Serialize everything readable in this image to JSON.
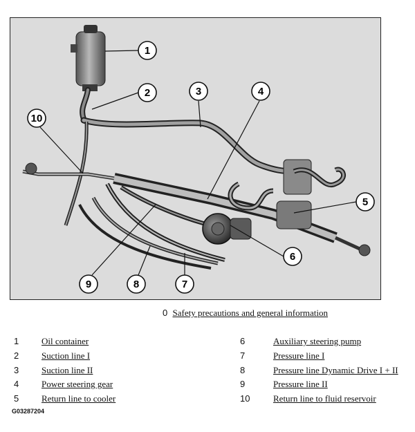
{
  "figure": {
    "callouts": [
      "1",
      "2",
      "3",
      "4",
      "5",
      "6",
      "7",
      "8",
      "9",
      "10"
    ]
  },
  "reference": {
    "code": "0",
    "link_text": "Safety precautions and general information"
  },
  "legend": [
    {
      "num": "1",
      "label": "Oil container"
    },
    {
      "num": "2",
      "label": "Suction line I"
    },
    {
      "num": "3",
      "label": "Suction line II"
    },
    {
      "num": "4",
      "label": "Power steering gear"
    },
    {
      "num": "5",
      "label": "Return line to cooler"
    },
    {
      "num": "6",
      "label": "Auxiliary steering pump"
    },
    {
      "num": "7",
      "label": "Pressure line I"
    },
    {
      "num": "8",
      "label": "Pressure line Dynamic Drive I + II"
    },
    {
      "num": "9",
      "label": "Pressure line II"
    },
    {
      "num": "10",
      "label": "Return line to fluid reservoir"
    }
  ],
  "image_id": "G03287204"
}
